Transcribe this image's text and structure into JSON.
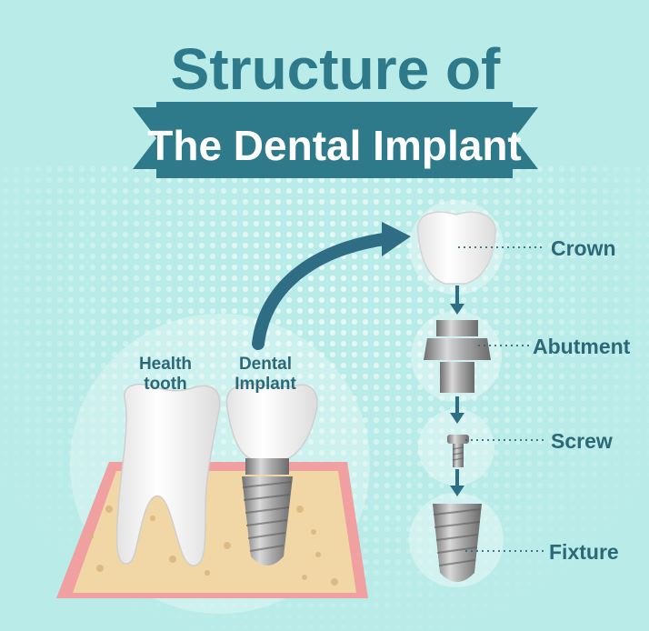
{
  "title": {
    "line1": "Structure of",
    "line2": "The Dental Implant"
  },
  "left_labels": {
    "health_line1": "Health",
    "health_line2": "tooth",
    "implant_line1": "Dental",
    "implant_line2": "Implant"
  },
  "parts": {
    "crown": "Crown",
    "abutment": "Abutment",
    "screw": "Screw",
    "fixture": "Fixture"
  },
  "colors": {
    "background": "#b9ece8",
    "title_text": "#2f7a8a",
    "banner": "#2f7a8a",
    "banner_text": "#ffffff",
    "label_text": "#2c6878",
    "arrow": "#2e6d84",
    "bone": "#f1d7a6",
    "gum": "#f0a0a0",
    "tooth": "#f7f7f7",
    "metal": "#9a9a9a"
  }
}
